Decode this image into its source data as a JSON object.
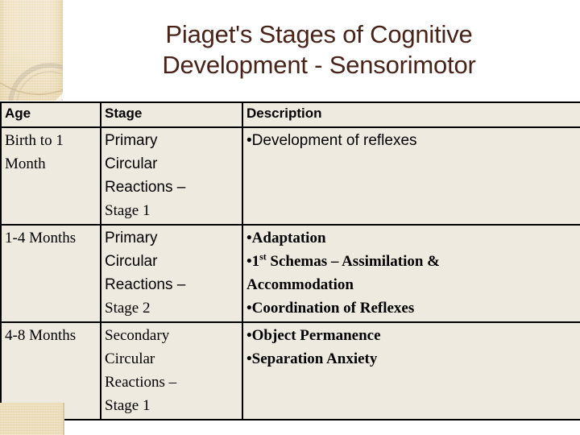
{
  "slide": {
    "title_line1": "Piaget's Stages of Cognitive",
    "title_line2": "Development - Sensorimotor",
    "title_color": "#4A2318",
    "background_color": "#FFFFFF",
    "table_cell_color": "#EFEAE0",
    "decor_band_color": "#EFE2C2"
  },
  "table": {
    "headers": [
      "Age",
      "Stage",
      "Description"
    ],
    "rows": [
      {
        "age": "Birth to 1 Month",
        "age_lines": [
          "Birth to 1",
          "Month"
        ],
        "stage_lines": [
          "Primary",
          "Circular",
          "Reactions –",
          "Stage 1"
        ],
        "description_items": [
          "•Development of reflexes"
        ]
      },
      {
        "age": "1-4 Months",
        "age_lines": [
          "1-4 Months"
        ],
        "stage_lines": [
          "Primary",
          "Circular",
          "Reactions –",
          "Stage 2"
        ],
        "description_items": [
          "•Adaptation",
          "•1st Schemas – Assimilation &",
          "Accommodation",
          "•Coordination of Reflexes"
        ],
        "description_superscript_line": {
          "prefix": "•1",
          "sup": "st",
          "suffix": " Schemas – Assimilation &"
        }
      },
      {
        "age": "4-8 Months",
        "age_lines": [
          "4-8 Months"
        ],
        "stage_lines": [
          "Secondary",
          "Circular",
          "Reactions –",
          "Stage 1"
        ],
        "description_items": [
          "•Object Permanence",
          "•Separation Anxiety"
        ]
      }
    ]
  }
}
